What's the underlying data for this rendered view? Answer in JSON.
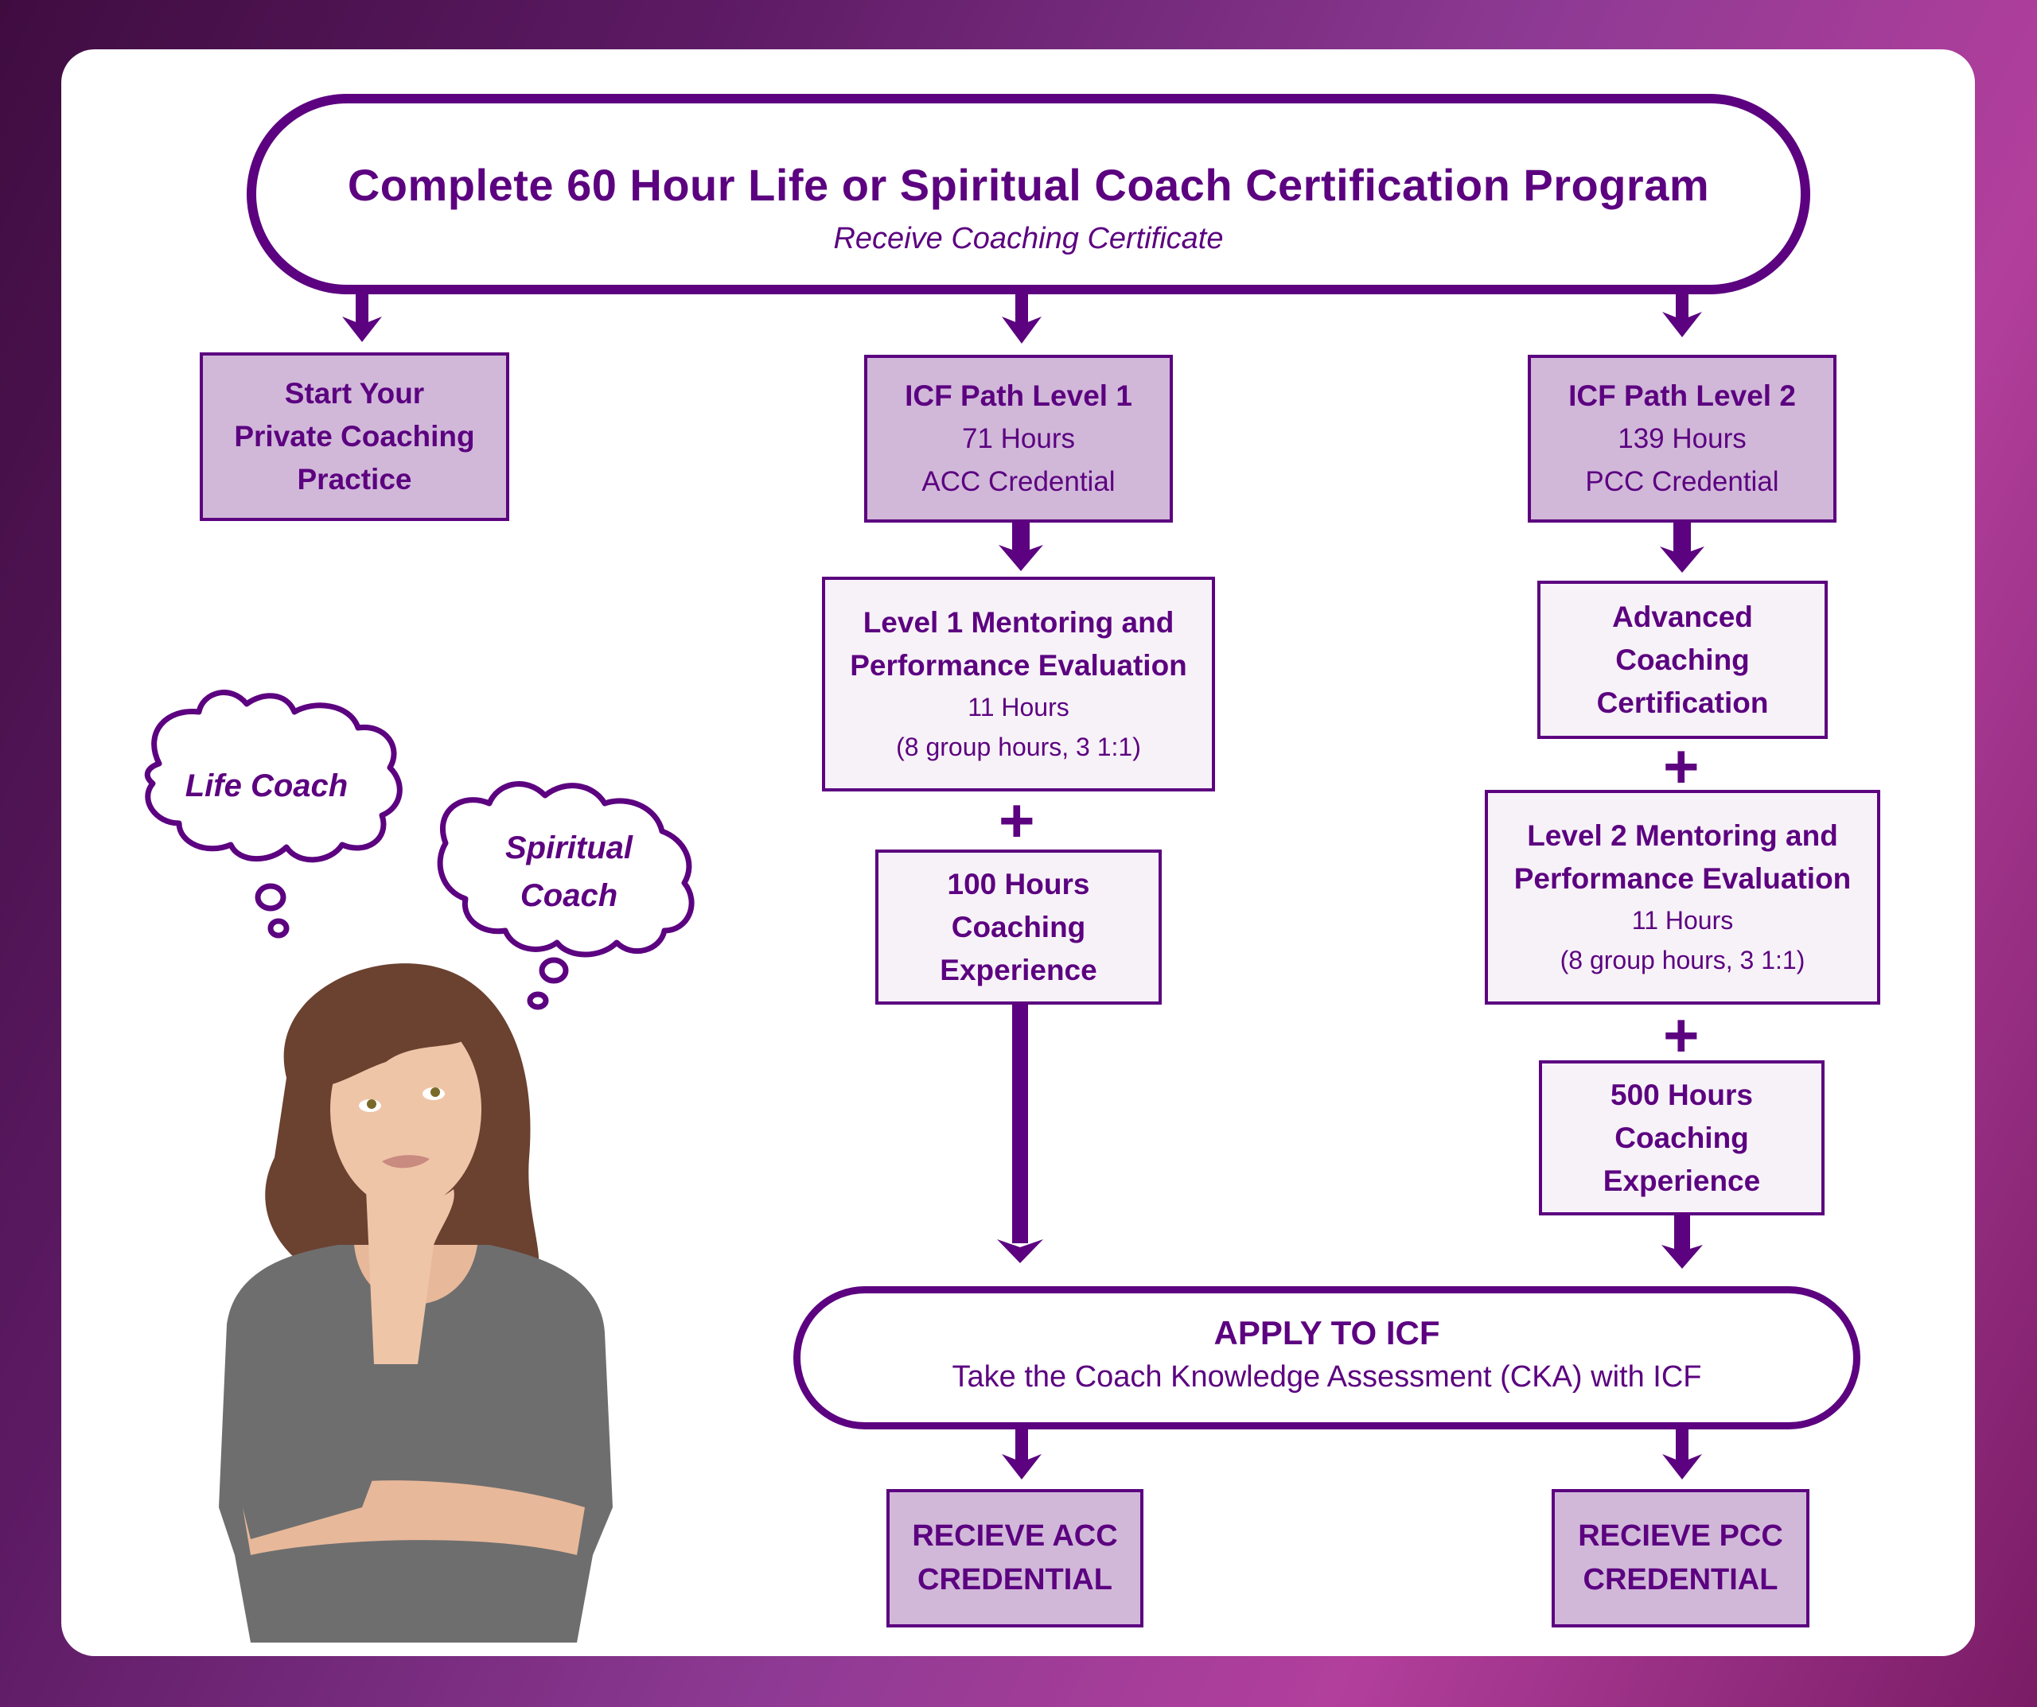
{
  "top": {
    "title": "Complete 60 Hour Life or Spiritual Coach Certification Program",
    "subtitle": "Receive Coaching Certificate"
  },
  "left_branch": {
    "lines": [
      "Start Your",
      "Private Coaching",
      "Practice"
    ]
  },
  "level1": {
    "header": {
      "title": "ICF Path Level 1",
      "hours": "71 Hours",
      "credential": "ACC Credential"
    },
    "mentoring": {
      "title_lines": [
        "Level 1 Mentoring and",
        "Performance Evaluation"
      ],
      "hours": "11 Hours",
      "detail": "(8 group hours, 3 1:1)"
    },
    "plus": "+",
    "experience": {
      "lines": [
        "100 Hours",
        "Coaching",
        "Experience"
      ]
    }
  },
  "level2": {
    "header": {
      "title": "ICF Path Level 2",
      "hours": "139 Hours",
      "credential": "PCC Credential"
    },
    "advanced": {
      "lines": [
        "Advanced",
        "Coaching",
        "Certification"
      ]
    },
    "plus1": "+",
    "mentoring": {
      "title_lines": [
        "Level 2 Mentoring and",
        "Performance Evaluation"
      ],
      "hours": "11 Hours",
      "detail": "(8 group hours, 3 1:1)"
    },
    "plus2": "+",
    "experience": {
      "lines": [
        "500 Hours",
        "Coaching",
        "Experience"
      ]
    }
  },
  "apply": {
    "title": "APPLY TO ICF",
    "subtitle": "Take the Coach Knowledge Assessment (CKA) with ICF"
  },
  "outcomes": {
    "acc": [
      "RECIEVE ACC",
      "CREDENTIAL"
    ],
    "pcc": [
      "RECIEVE PCC",
      "CREDENTIAL"
    ]
  },
  "thought_bubbles": {
    "life": [
      "Life Coach"
    ],
    "spiritual": [
      "Spiritual",
      "Coach"
    ]
  },
  "colors": {
    "primary": "#5c0280",
    "box_dark": "#d1b8d9",
    "box_light": "#f7f2f8",
    "background_start": "#3f0c40",
    "background_end": "#b23f9c"
  }
}
